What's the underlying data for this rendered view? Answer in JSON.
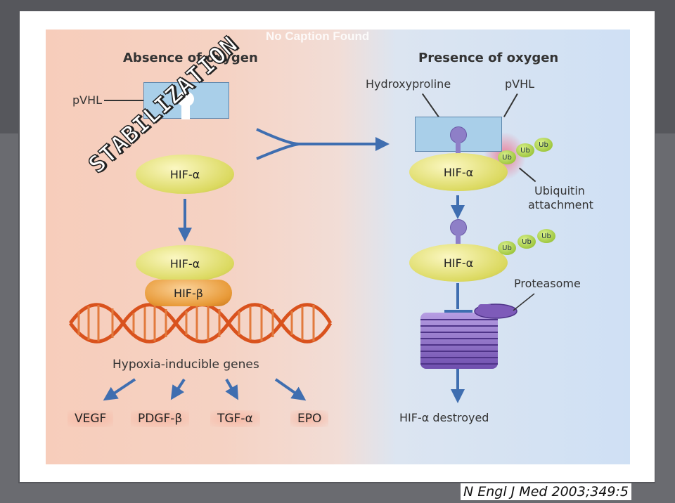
{
  "caption": "No Caption Found",
  "stamp_text": "STABILIZATION",
  "citation": "N Engl J Med 2003;349:5",
  "left": {
    "heading": "Absence of oxygen",
    "pvhl_label": "pVHL",
    "hif_alpha": "HIF-α",
    "hif_beta": "HIF-β",
    "genes_label": "Hypoxia-inducible genes",
    "genes": [
      "VEGF",
      "PDGF-β",
      "TGF-α",
      "EPO"
    ]
  },
  "right": {
    "heading": "Presence of oxygen",
    "hydroxyproline_label": "Hydroxyproline",
    "pvhl_label": "pVHL",
    "hif_alpha": "HIF-α",
    "ubiquitin_label": [
      "Ubiquitin",
      "attachment"
    ],
    "ub": "Ub",
    "proteasome_label": "Proteasome",
    "destroyed_label": "HIF-α destroyed"
  },
  "colors": {
    "arrow": "#3f6eb0",
    "hif_alpha": "#e2df6a",
    "hif_beta": "#e8963a",
    "pvhl_box": "#a9cfe9",
    "dna": "#d9521d",
    "proteasome": "#8e6bc2",
    "ubiquitin": "#a6cd45"
  }
}
